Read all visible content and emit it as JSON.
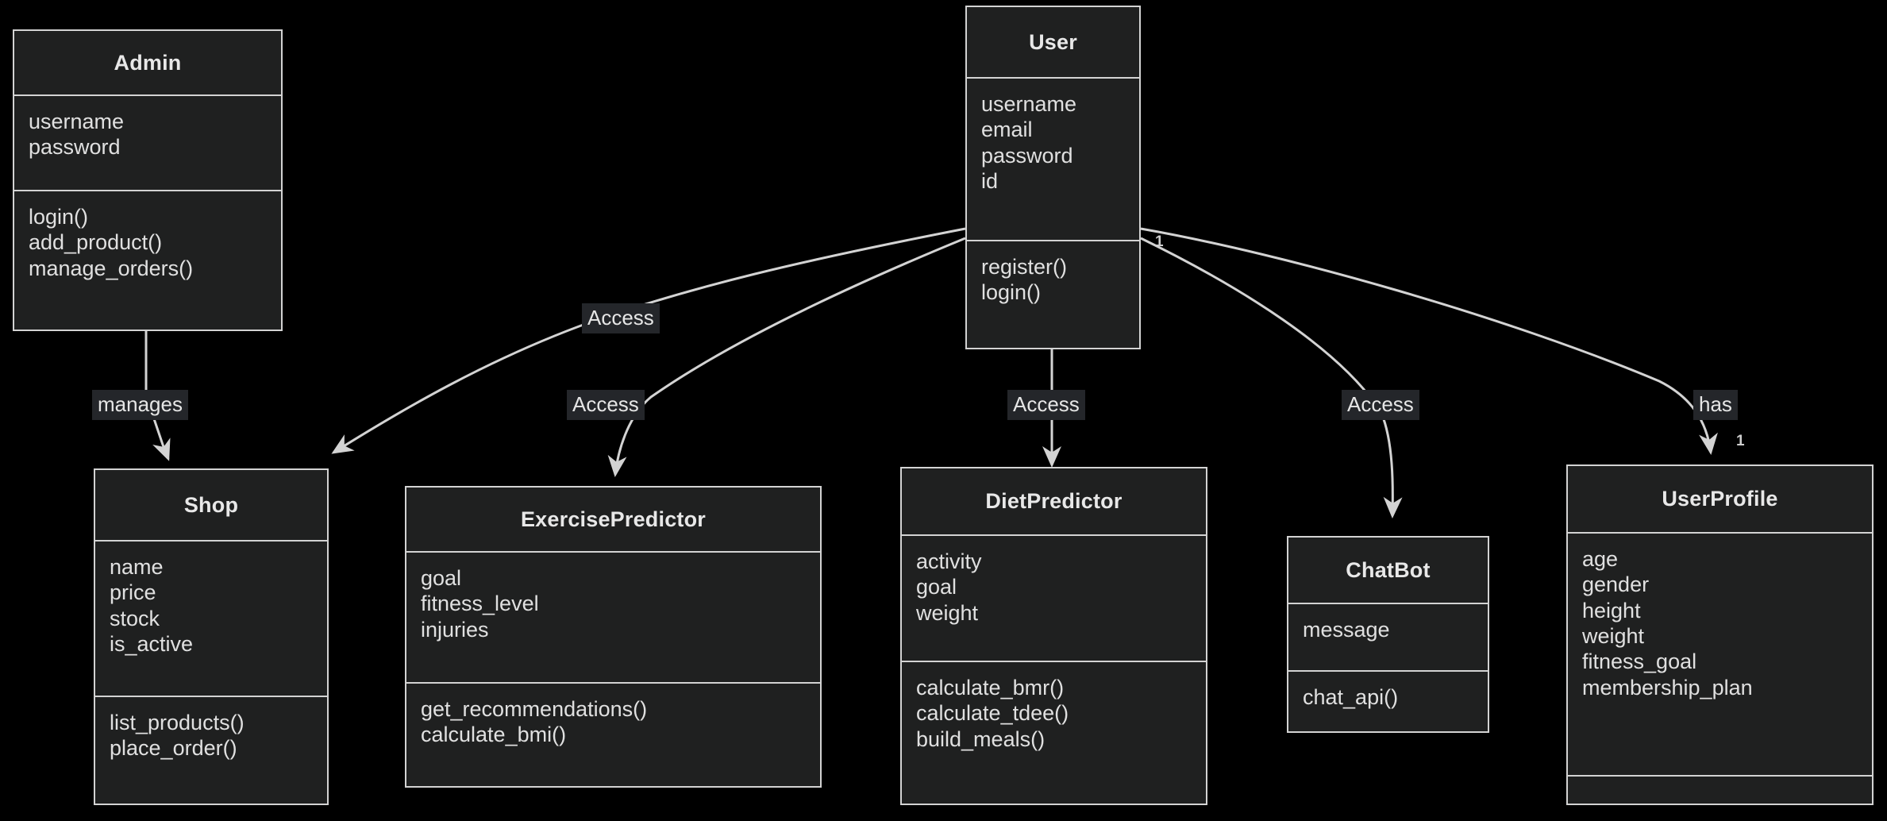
{
  "diagram": {
    "type": "uml-class-diagram",
    "background_color": "#000000",
    "box_fill_color": "#1f2020",
    "border_color": "#d3d3d3",
    "text_color": "#e8e8e8",
    "classes": [
      {
        "id": "admin",
        "name": "Admin",
        "attributes": [
          "username",
          "password"
        ],
        "methods": [
          "login()",
          "add_product()",
          "manage_orders()"
        ]
      },
      {
        "id": "user",
        "name": "User",
        "attributes": [
          "username",
          "email",
          "password",
          "id"
        ],
        "methods": [
          "register()",
          "login()"
        ]
      },
      {
        "id": "shop",
        "name": "Shop",
        "attributes": [
          "name",
          "price",
          "stock",
          "is_active"
        ],
        "methods": [
          "list_products()",
          "place_order()"
        ]
      },
      {
        "id": "exercise_predictor",
        "name": "ExercisePredictor",
        "attributes": [
          "goal",
          "fitness_level",
          "injuries"
        ],
        "methods": [
          "get_recommendations()",
          "calculate_bmi()"
        ]
      },
      {
        "id": "diet_predictor",
        "name": "DietPredictor",
        "attributes": [
          "activity",
          "goal",
          "weight"
        ],
        "methods": [
          "calculate_bmr()",
          "calculate_tdee()",
          "build_meals()"
        ]
      },
      {
        "id": "chatbot",
        "name": "ChatBot",
        "attributes": [
          "message"
        ],
        "methods": [
          "chat_api()"
        ]
      },
      {
        "id": "userprofile",
        "name": "UserProfile",
        "attributes": [
          "age",
          "gender",
          "height",
          "weight",
          "fitness_goal",
          "membership_plan"
        ],
        "methods": []
      }
    ],
    "relationships": [
      {
        "id": "admin-shop",
        "from": "Admin",
        "to": "Shop",
        "label": "manages",
        "source_multiplicity": "",
        "target_multiplicity": ""
      },
      {
        "id": "user-shop",
        "from": "User",
        "to": "Shop",
        "label": "Access",
        "source_multiplicity": "",
        "target_multiplicity": ""
      },
      {
        "id": "user-exercise",
        "from": "User",
        "to": "ExercisePredictor",
        "label": "Access",
        "source_multiplicity": "",
        "target_multiplicity": ""
      },
      {
        "id": "user-diet",
        "from": "User",
        "to": "DietPredictor",
        "label": "Access",
        "source_multiplicity": "",
        "target_multiplicity": ""
      },
      {
        "id": "user-chatbot",
        "from": "User",
        "to": "ChatBot",
        "label": "Access",
        "source_multiplicity": "",
        "target_multiplicity": ""
      },
      {
        "id": "user-userprofile",
        "from": "User",
        "to": "UserProfile",
        "label": "has",
        "source_multiplicity": "1",
        "target_multiplicity": "1"
      }
    ]
  }
}
